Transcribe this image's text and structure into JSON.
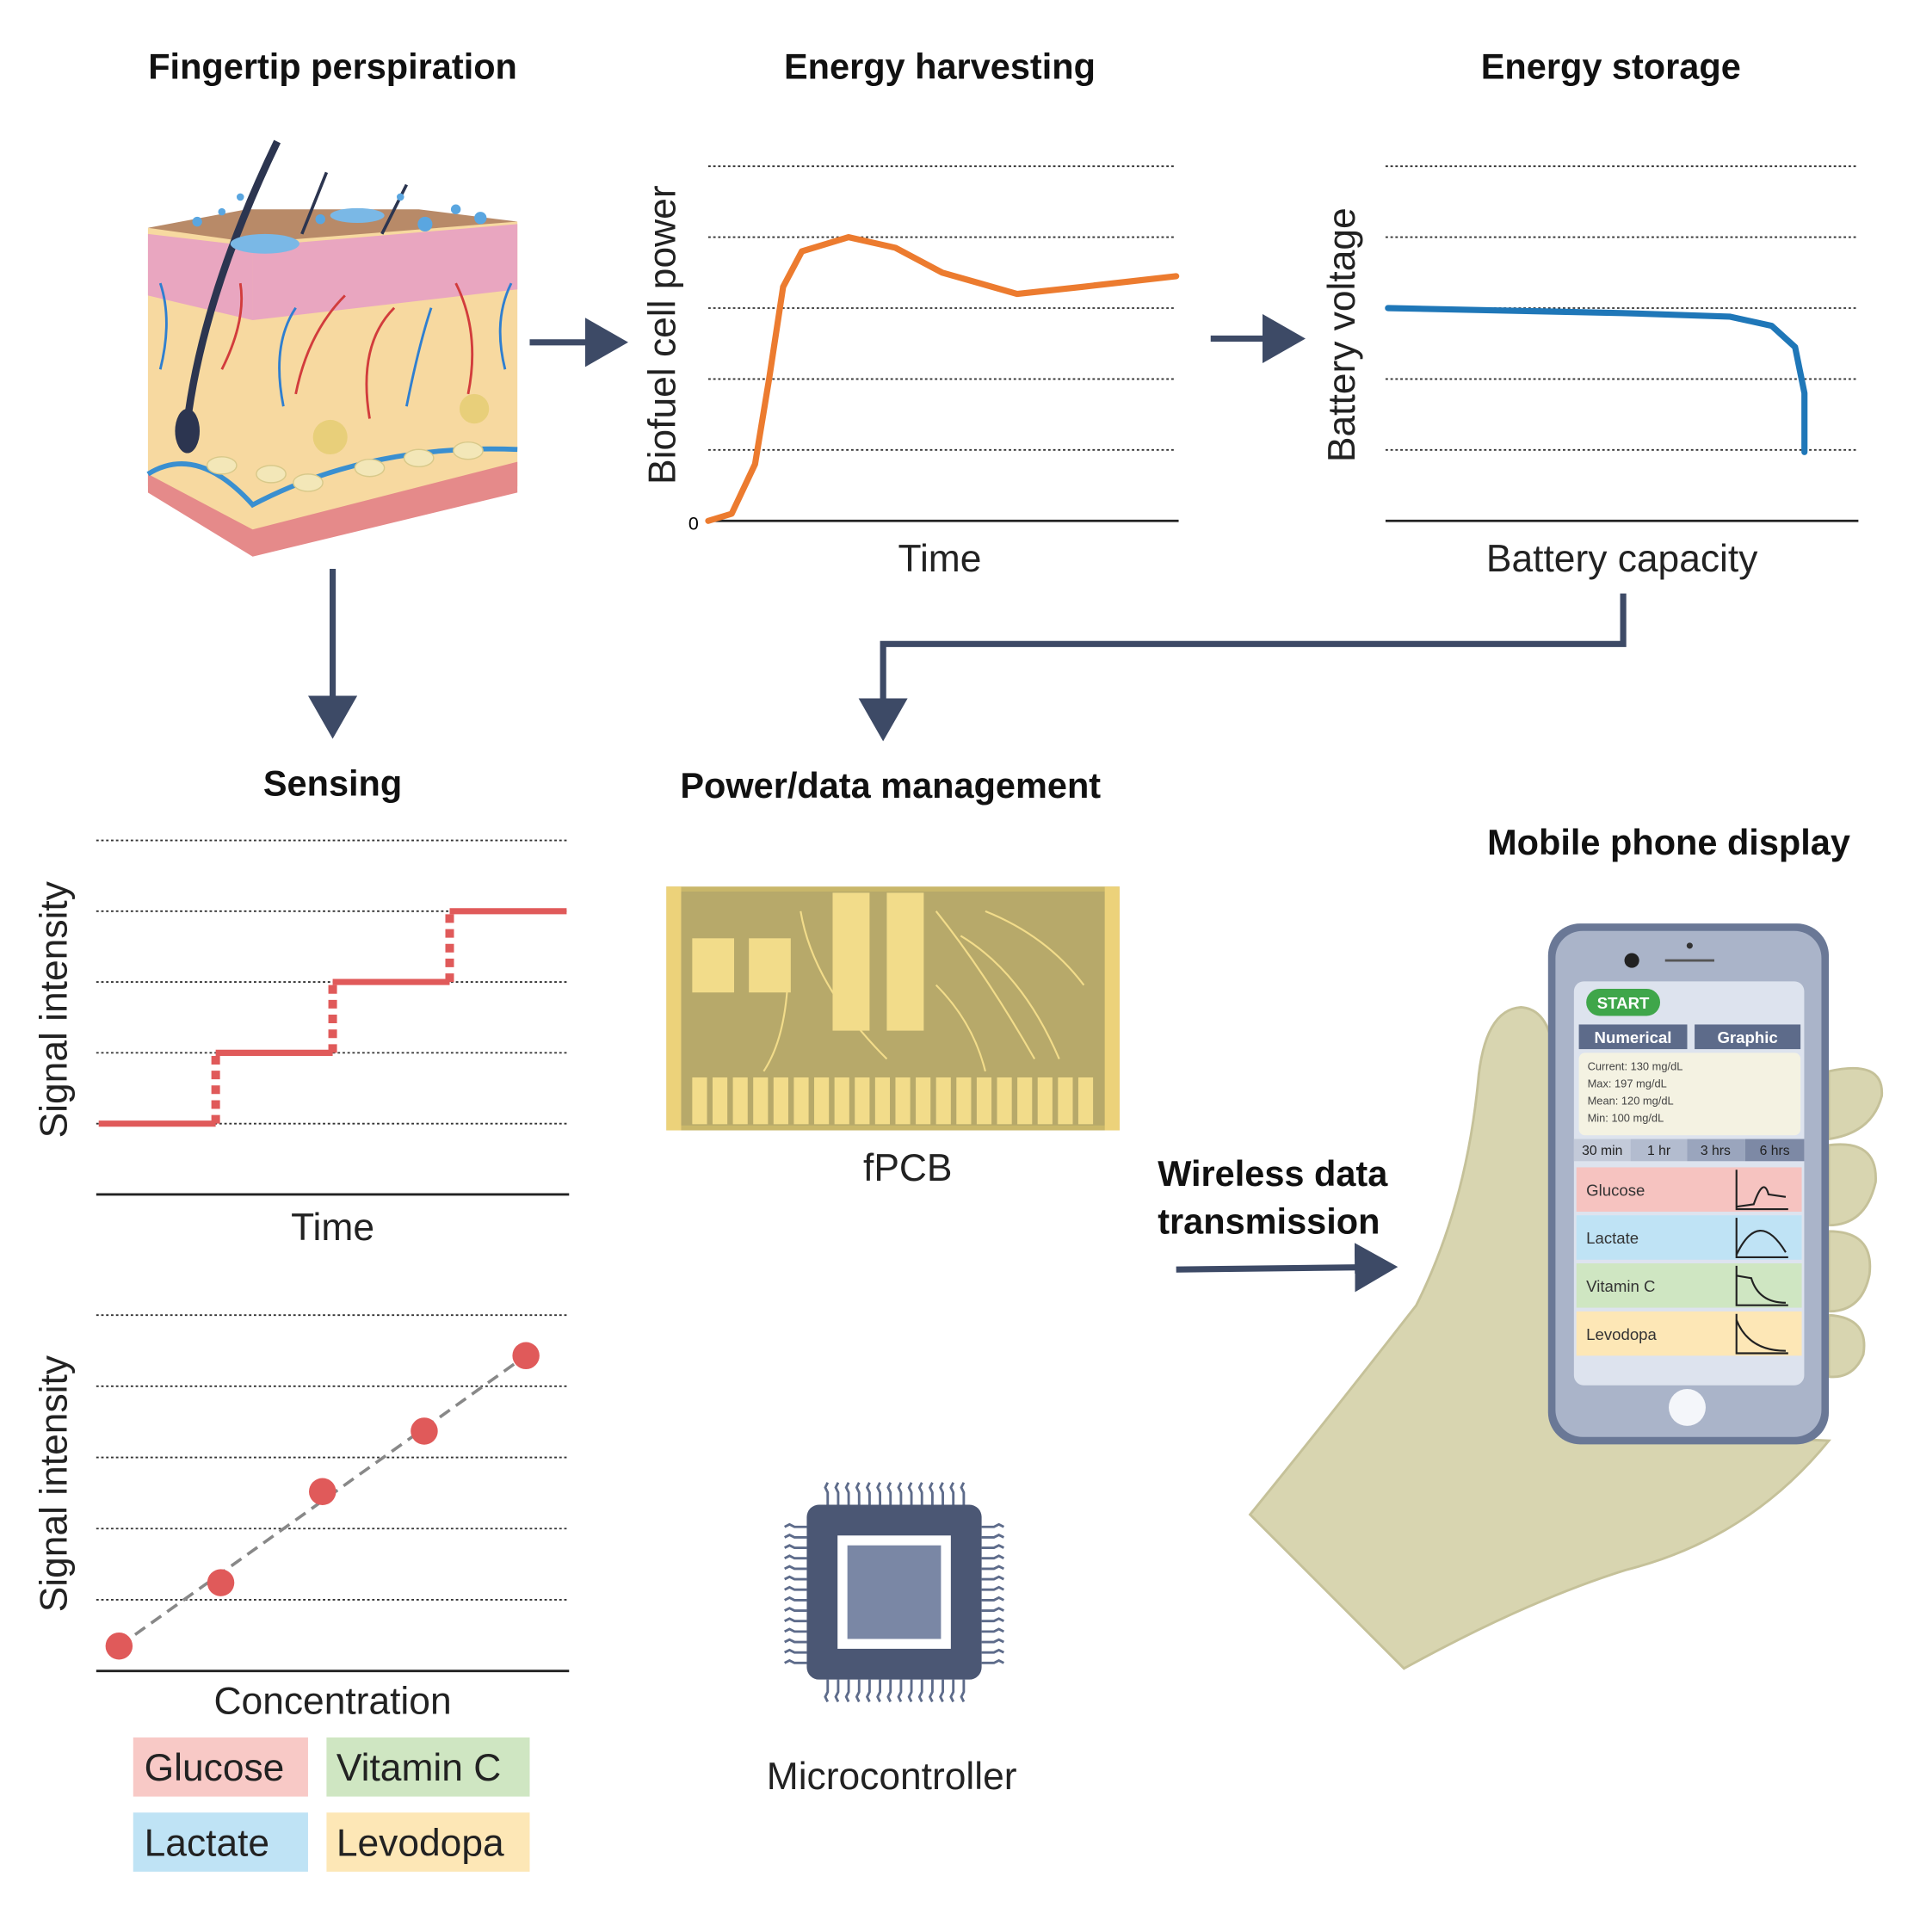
{
  "titles": {
    "fingertip": "Fingertip perspiration",
    "harvesting": "Energy harvesting",
    "storage": "Energy storage",
    "sensing": "Sensing",
    "power": "Power/data management",
    "mobile": "Mobile phone display",
    "wireless_1": "Wireless data",
    "wireless_2": "transmission"
  },
  "labels": {
    "fpcb": "fPCB",
    "microcontroller": "Microcontroller"
  },
  "legend": [
    {
      "label": "Glucose",
      "color": "#f8c9c6"
    },
    {
      "label": "Vitamin C",
      "color": "#cfe6c2"
    },
    {
      "label": "Lactate",
      "color": "#bfe3f5"
    },
    {
      "label": "Levodopa",
      "color": "#fde7b6"
    }
  ],
  "phone": {
    "start": "START",
    "tabs": [
      "Numerical",
      "Graphic"
    ],
    "stats": [
      "Current: 130 mg/dL",
      "Max: 197 mg/dL",
      "Mean: 120 mg/dL",
      "Min: 100 mg/dL"
    ],
    "ranges": [
      "30 min",
      "1 hr",
      "3 hrs",
      "6 hrs"
    ],
    "rows": [
      {
        "label": "Glucose",
        "color": "#f6c3c0"
      },
      {
        "label": "Lactate",
        "color": "#bfe3f5"
      },
      {
        "label": "Vitamin C",
        "color": "#cfe6c2"
      },
      {
        "label": "Levodopa",
        "color": "#fde7b6"
      }
    ]
  },
  "chart_data": [
    {
      "type": "line",
      "title": "Energy harvesting",
      "xlabel": "Time",
      "ylabel": "Biofuel cell power",
      "y_tick_label": "0",
      "xlim": [
        0,
        10
      ],
      "ylim": [
        0,
        5
      ],
      "grid": true,
      "color": "#ec7b2f",
      "x": [
        0,
        0.5,
        1,
        1.3,
        1.6,
        2,
        3,
        4,
        5,
        6.6,
        8,
        10
      ],
      "y": [
        0,
        0.1,
        0.8,
        2.0,
        3.3,
        3.8,
        4.0,
        3.85,
        3.5,
        3.2,
        3.3,
        3.45
      ]
    },
    {
      "type": "line",
      "title": "Energy storage",
      "xlabel": "Battery capacity",
      "ylabel": "Battery voltage",
      "xlim": [
        0,
        10
      ],
      "ylim": [
        0,
        5
      ],
      "grid": true,
      "color": "#1f77b8",
      "x": [
        0,
        5,
        7.3,
        8.2,
        8.7,
        8.9,
        8.9
      ],
      "y": [
        3.0,
        2.93,
        2.88,
        2.75,
        2.45,
        1.8,
        0.97
      ]
    },
    {
      "type": "line",
      "title": "Sensing",
      "xlabel": "Time",
      "ylabel": "Signal intensity",
      "xlim": [
        0,
        4
      ],
      "ylim": [
        0,
        5
      ],
      "grid": true,
      "color": "#e05a5a",
      "x": [
        0,
        1,
        1,
        2,
        2,
        3,
        3,
        4
      ],
      "y": [
        1,
        1,
        2,
        2,
        3,
        3,
        4,
        4
      ]
    },
    {
      "type": "scatter",
      "xlabel": "Concentration",
      "ylabel": "Signal intensity",
      "xlim": [
        0.8,
        5.4
      ],
      "ylim": [
        0,
        5
      ],
      "grid": true,
      "color": "#e05a5a",
      "x": [
        1,
        2,
        3,
        4,
        5
      ],
      "y": [
        0.35,
        1.24,
        2.52,
        3.37,
        4.43
      ]
    }
  ]
}
